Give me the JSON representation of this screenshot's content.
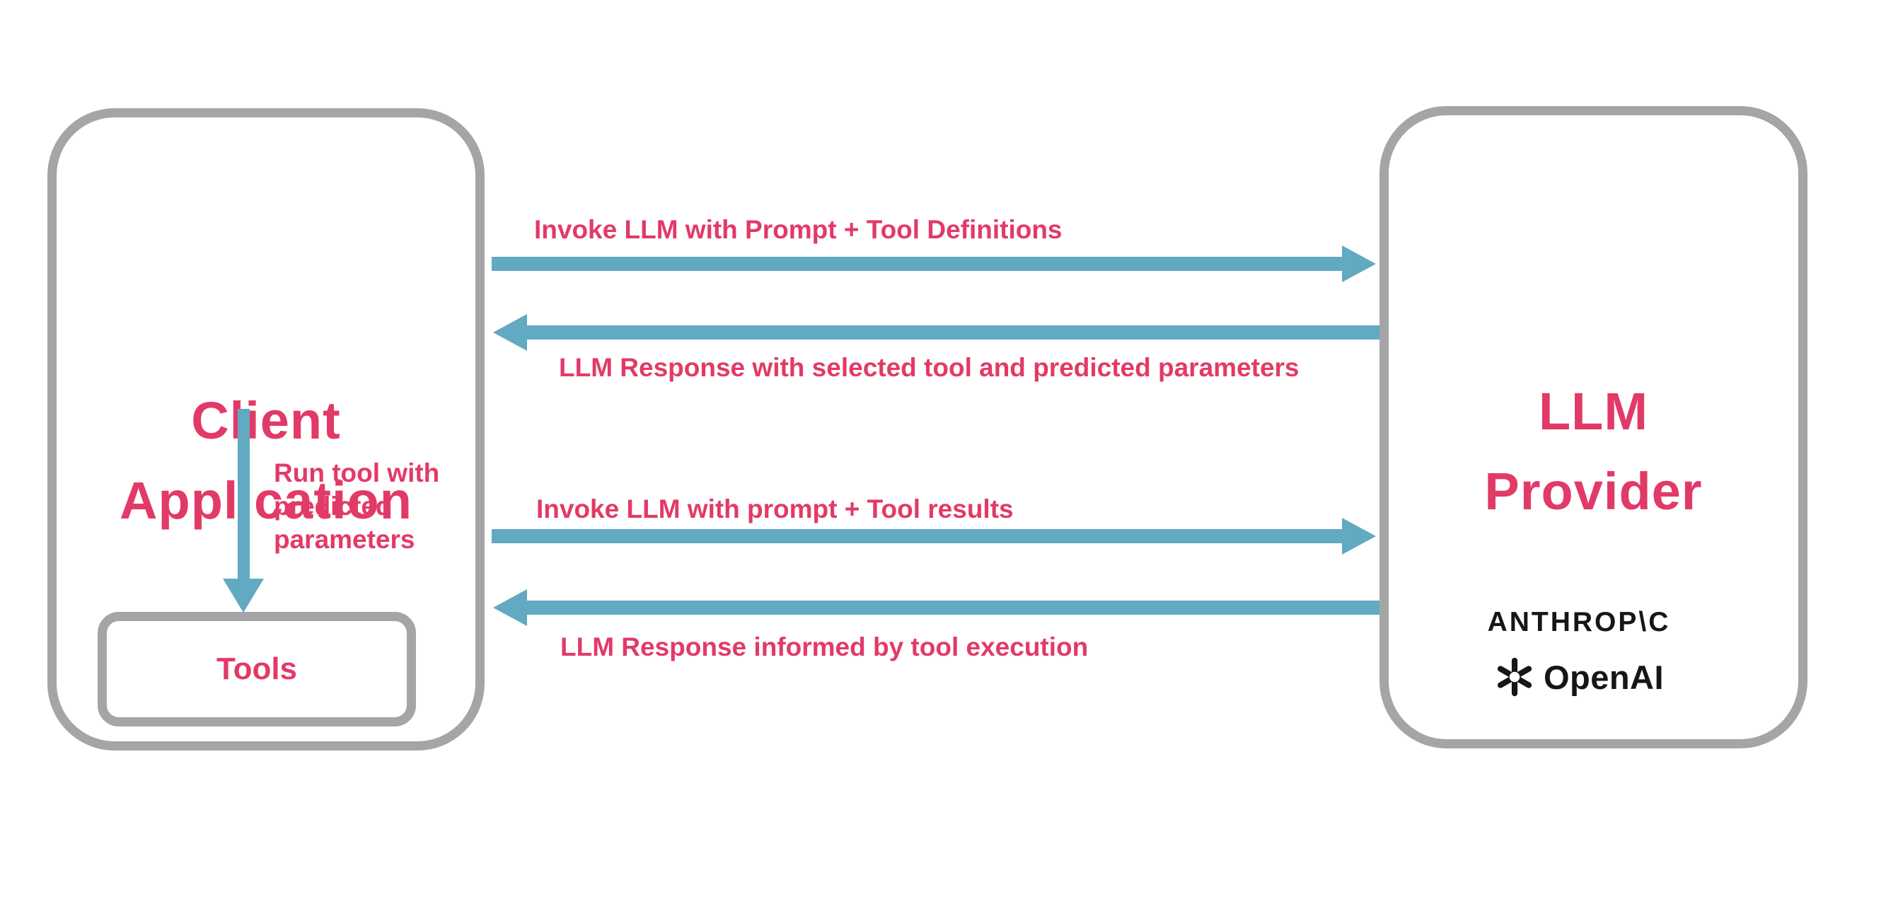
{
  "colors": {
    "accent_pink": "#e23a67",
    "arrow_blue": "#62a9c2",
    "box_border_gray": "#a5a5a5",
    "logo_ink": "#161616",
    "background": "#ffffff"
  },
  "client": {
    "title_lines": [
      "Client",
      "Application"
    ],
    "note_lines": [
      "Run tool with",
      "predicted",
      "parameters"
    ],
    "tools_label": "Tools"
  },
  "provider": {
    "title_lines": [
      "LLM",
      "Provider"
    ],
    "anthropic_label": "ANTHROP\\C",
    "openai_label": "OpenAI"
  },
  "flows": [
    {
      "direction": "right",
      "label": "Invoke LLM with Prompt + Tool Definitions"
    },
    {
      "direction": "left",
      "label": "LLM Response with selected tool and predicted parameters"
    },
    {
      "direction": "right",
      "label": "Invoke LLM with prompt + Tool results"
    },
    {
      "direction": "left",
      "label": "LLM Response informed by tool execution"
    }
  ]
}
